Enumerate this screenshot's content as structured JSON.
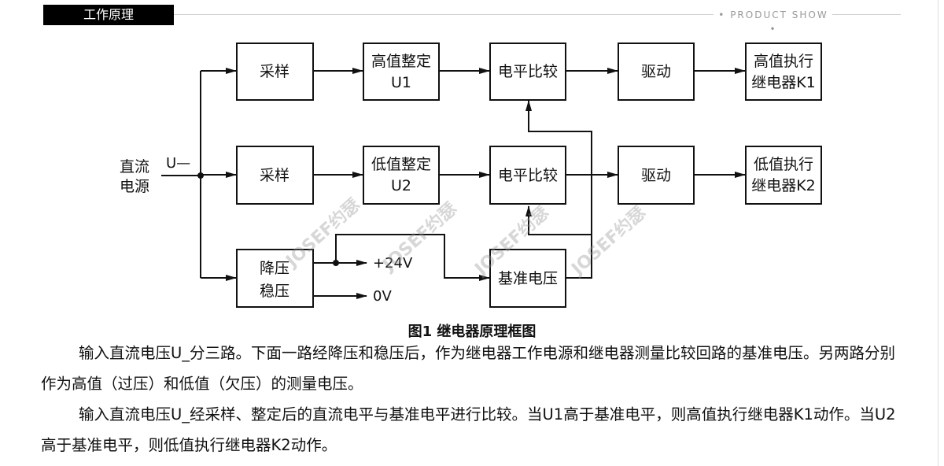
{
  "header": {
    "tab_label": "工作原理",
    "product_show": "PRODUCT SHOW"
  },
  "diagram": {
    "source_label_line1": "直流",
    "source_label_line2": "电源",
    "input_label": "U—",
    "boxes": {
      "sample1": [
        "采样"
      ],
      "sample2": [
        "采样"
      ],
      "setpoint_high": [
        "高值整定",
        "U1"
      ],
      "setpoint_low": [
        "低值整定",
        "U2"
      ],
      "compare1": [
        "电平比较"
      ],
      "compare2": [
        "电平比较"
      ],
      "drive1": [
        "驱动"
      ],
      "drive2": [
        "驱动"
      ],
      "relay_high": [
        "高值执行",
        "继电器K1"
      ],
      "relay_low": [
        "低值执行",
        "继电器K2"
      ],
      "regulator": [
        "降压",
        "稳压"
      ],
      "reference": [
        "基准电压"
      ]
    },
    "plus24_label": "+24V",
    "zero_label": "0V",
    "watermark": "JOSEF约瑟"
  },
  "caption": "图1  继电器原理框图",
  "paragraphs": [
    "输入直流电压U_分三路。下面一路经降压和稳压后，作为继电器工作电源和继电器测量比较回路的基准电压。另两路分别作为高值（过压）和低值（欠压）的测量电压。",
    "输入直流电压U_经采样、整定后的直流电平与基准电平进行比较。当U1高于基准电平，则高值执行继电器K1动作。当U2高于基准电平，则低值执行继电器K2动作。"
  ]
}
